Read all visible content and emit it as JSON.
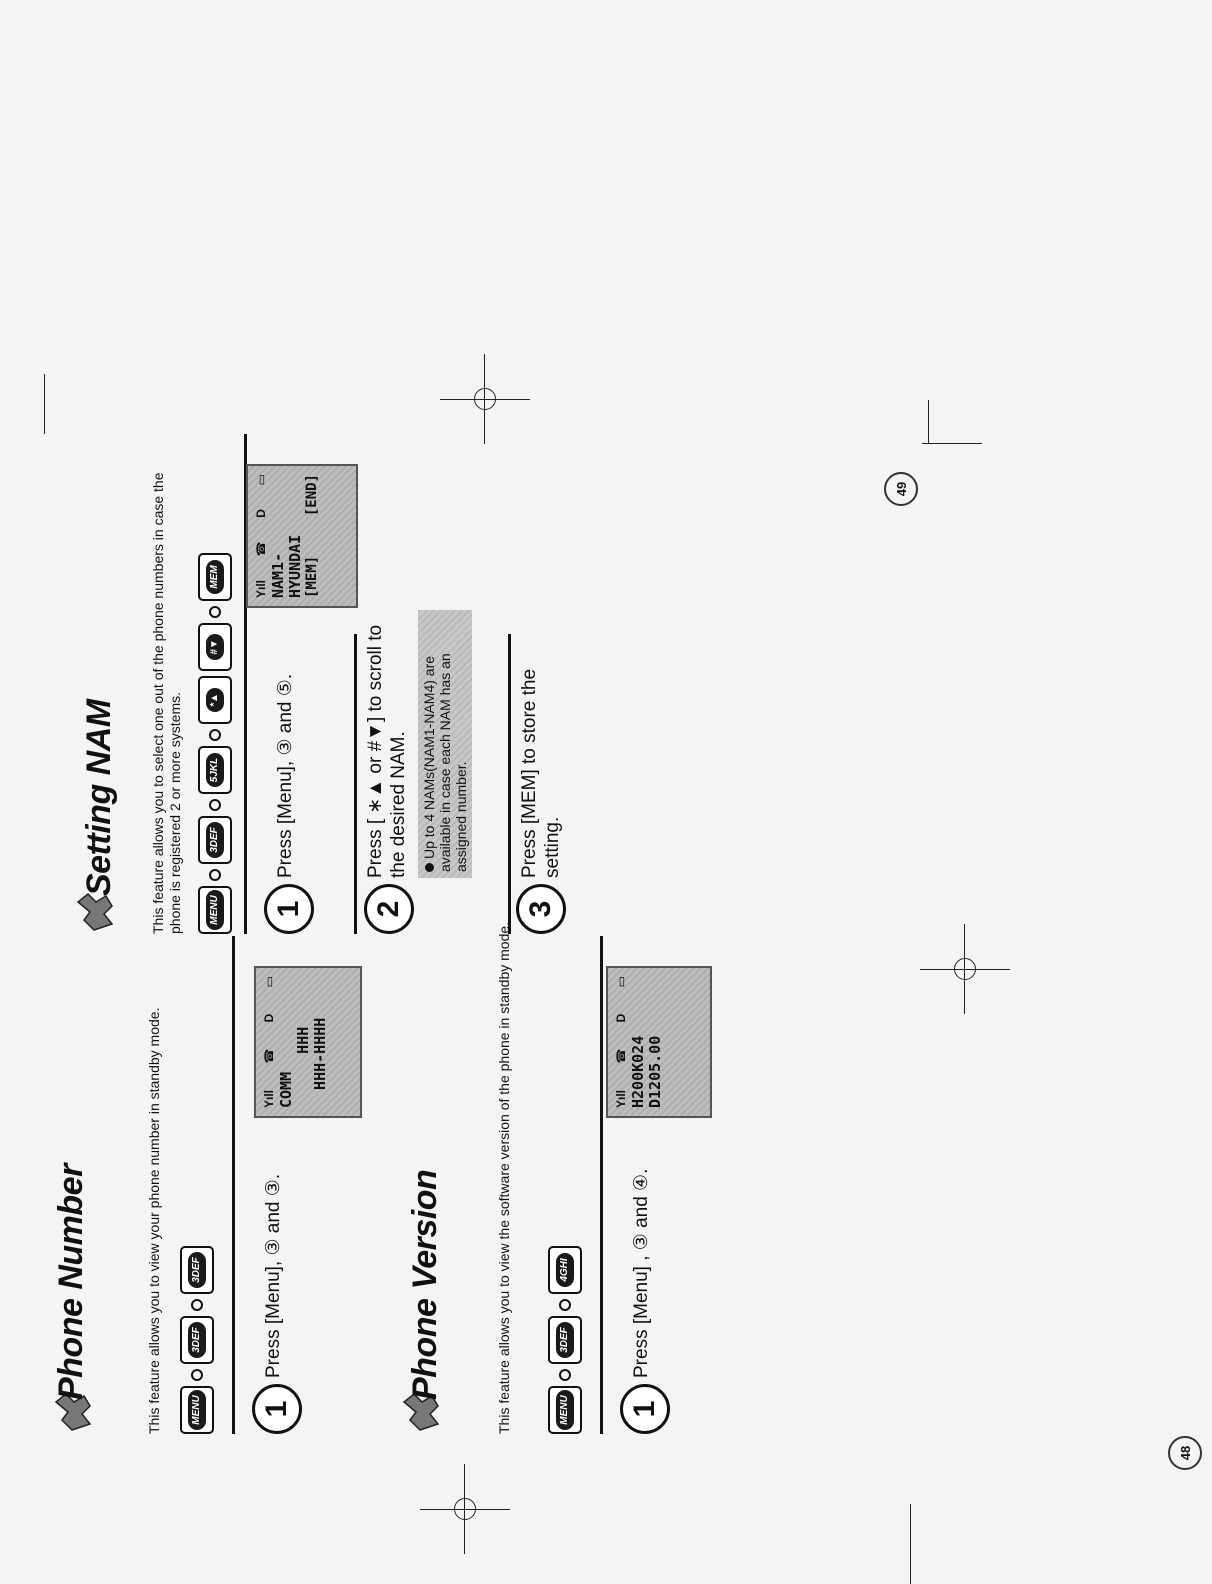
{
  "left_page": {
    "phone_number": {
      "title": "Phone Number",
      "description": "This feature allows you to view your phone number in standby mode.",
      "keys": [
        "MENU",
        "3DEF",
        "3DEF"
      ],
      "step1": {
        "num": "1",
        "text": "Press [Menu], ③ and ③."
      },
      "lcd": {
        "line1": "COMM",
        "line2": "      HHH",
        "line3": "  HHH-HHHH"
      }
    },
    "phone_version": {
      "title": "Phone Version",
      "description": "This feature allows you to view the software version of the phone in standby mode.",
      "keys": [
        "MENU",
        "3DEF",
        "4GHI"
      ],
      "step1": {
        "num": "1",
        "text": "Press [Menu] , ③ and ④."
      },
      "lcd": {
        "line1": "H200K024",
        "line2": "D1205.00"
      }
    },
    "page_number": "48"
  },
  "right_page": {
    "setting_nam": {
      "title": "Setting NAM",
      "description": "This feature allows you to select one out of the phone numbers in case the phone is registered 2 or more systems.",
      "keys": [
        "MENU",
        "3DEF",
        "5JKL",
        "*▲",
        "#▼",
        "MEM"
      ],
      "step1": {
        "num": "1",
        "text": "Press [Menu], ③ and ⑤."
      },
      "step2": {
        "num": "2",
        "text": "Press [ ∗▲ or #▼] to scroll to the desired NAM."
      },
      "note": "Up to 4 NAMs(NAM1-NAM4) are available in case each NAM has an assigned number.",
      "step3": {
        "num": "3",
        "text": "Press [MEM] to store the setting."
      },
      "lcd": {
        "line1": "NAM1-",
        "line2": "HYUNDAI",
        "soft_left": "[MEM]",
        "soft_right": "[END]"
      }
    },
    "page_number": "49"
  },
  "lcd_status": {
    "signal": "Yıll",
    "icon1": "☎",
    "icon2": "D",
    "battery": "▭"
  }
}
